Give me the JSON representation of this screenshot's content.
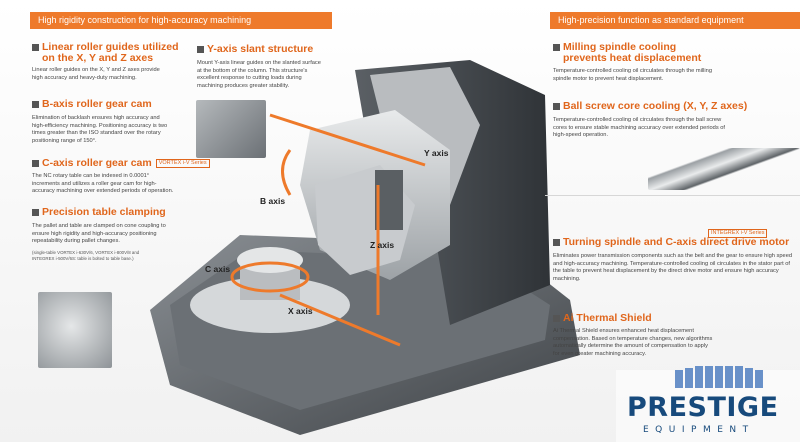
{
  "banners": {
    "left": "High rigidity construction for high-accuracy machining",
    "right": "High-precision function as standard equipment"
  },
  "sections": {
    "linear_guides": {
      "title_line1": "Linear roller guides utilized",
      "title_line2": "on the X, Y and Z axes",
      "body": "Linear roller guides on the X, Y and Z axes provide high accuracy and heavy-duty machining."
    },
    "y_axis_slant": {
      "title": "Y-axis slant structure",
      "body": "Mount Y-axis linear guides on the slanted surface at the bottom of the column. This structure's excellent response to cutting loads during machining produces greater stability."
    },
    "b_axis_cam": {
      "title": "B-axis roller gear cam",
      "body": "Elimination of backlash ensures high accuracy and high-efficiency machining. Positioning accuracy is two times greater than the ISO standard over the rotary positioning range of 150°."
    },
    "c_axis_cam": {
      "title": "C-axis roller gear cam",
      "series": "VORTEX i-V Series",
      "body": "The NC rotary table can be indexed in 0.0001° increments and utilizes a roller gear cam for high-accuracy machining over extended periods of operation."
    },
    "precision_table": {
      "title": "Precision table clamping",
      "body": "The pallet and table are clamped on cone coupling to ensure high rigidity and high-accuracy positioning repeatability during pallet changes.",
      "note": "(single-table VORTEX i-630V/6, VORTEX i-800V/8 and INTEGREX i-500V/6S: table is bolted to table base.)"
    },
    "milling_spindle": {
      "title_line1": "Milling spindle cooling",
      "title_line2": "prevents heat displacement",
      "body": "Temperature-controlled cooling oil circulates through the milling spindle motor to prevent heat displacement."
    },
    "ball_screw": {
      "title": "Ball screw core cooling (X, Y, Z axes)",
      "body": "Temperature-controlled cooling oil circulates through the ball screw cores to ensure stable machining accuracy over extended periods of high-speed operation."
    },
    "turning_spindle": {
      "title": "Turning spindle and C-axis direct drive motor",
      "series": "INTEGREX i-V Series",
      "body": "Eliminates power transmission components such as the belt and the gear to ensure high speed and high-accuracy machining. Temperature-controlled cooling oil circulates in the stator part of the table to prevent heat displacement by the direct drive motor and ensure high accuracy machining."
    },
    "thermal_shield": {
      "title": "Ai Thermal Shield",
      "body": "Ai Thermal Shield ensures enhanced heat displacement compensation. Based on temperature changes, new algorithms automatically determine the amount of compensation to apply for even greater machining accuracy."
    }
  },
  "axes": {
    "y": "Y axis",
    "b": "B axis",
    "z": "Z axis",
    "c": "C axis",
    "x": "X axis"
  },
  "logo": {
    "word": "PRESTIGE",
    "sub": "EQUIPMENT"
  },
  "colors": {
    "accent": "#ee7a2b",
    "title": "#e0661c",
    "logo": "#174a7c"
  }
}
